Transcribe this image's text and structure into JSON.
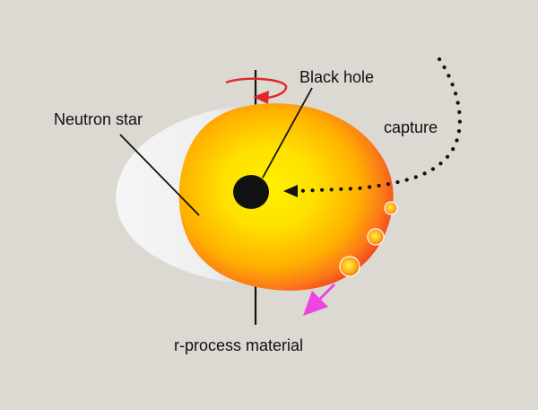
{
  "labels": {
    "neutron_star": "Neutron star",
    "black_hole": "Black hole",
    "capture": "capture",
    "r_process": "r-process material"
  },
  "colors": {
    "background": "#dcd8d2",
    "disk": "#f4f4f4",
    "star_core": "#fff200",
    "star_mid": "#ffb000",
    "star_edge": "#f03a1e",
    "black_hole": "#111111",
    "spin_arrow": "#e0282a",
    "ejecta_arrow": "#ee44e0",
    "capture_path": "#111111"
  },
  "icons": {
    "spin": "rotation-arrow-icon",
    "ejecta": "down-left-arrow-icon"
  }
}
